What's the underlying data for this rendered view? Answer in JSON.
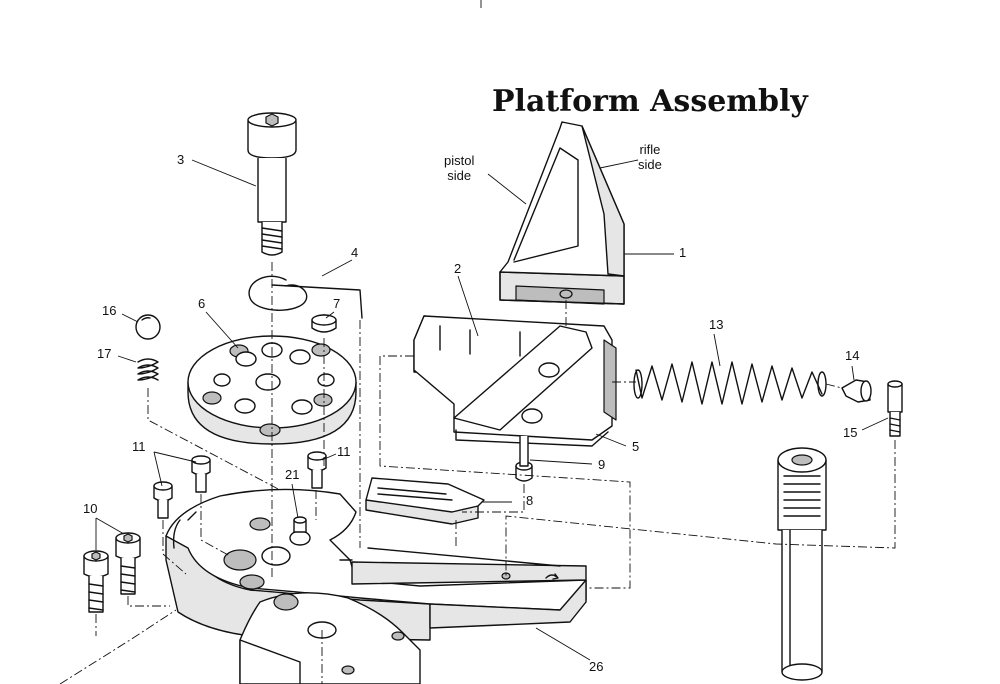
{
  "title": "Platform Assembly",
  "annotations": {
    "pistol_side": "pistol\nside",
    "rifle_side": "rifle\nside"
  },
  "parts": [
    {
      "id": "p1",
      "number": "1"
    },
    {
      "id": "p2",
      "number": "2"
    },
    {
      "id": "p3",
      "number": "3"
    },
    {
      "id": "p4",
      "number": "4"
    },
    {
      "id": "p5",
      "number": "5"
    },
    {
      "id": "p6",
      "number": "6"
    },
    {
      "id": "p7",
      "number": "7"
    },
    {
      "id": "p8",
      "number": "8"
    },
    {
      "id": "p9",
      "number": "9"
    },
    {
      "id": "p10",
      "number": "10"
    },
    {
      "id": "p11a",
      "number": "11"
    },
    {
      "id": "p11b",
      "number": "11"
    },
    {
      "id": "p13",
      "number": "13"
    },
    {
      "id": "p14",
      "number": "14"
    },
    {
      "id": "p15",
      "number": "15"
    },
    {
      "id": "p16",
      "number": "16"
    },
    {
      "id": "p17",
      "number": "17"
    },
    {
      "id": "p21",
      "number": "21"
    },
    {
      "id": "p26",
      "number": "26"
    }
  ]
}
